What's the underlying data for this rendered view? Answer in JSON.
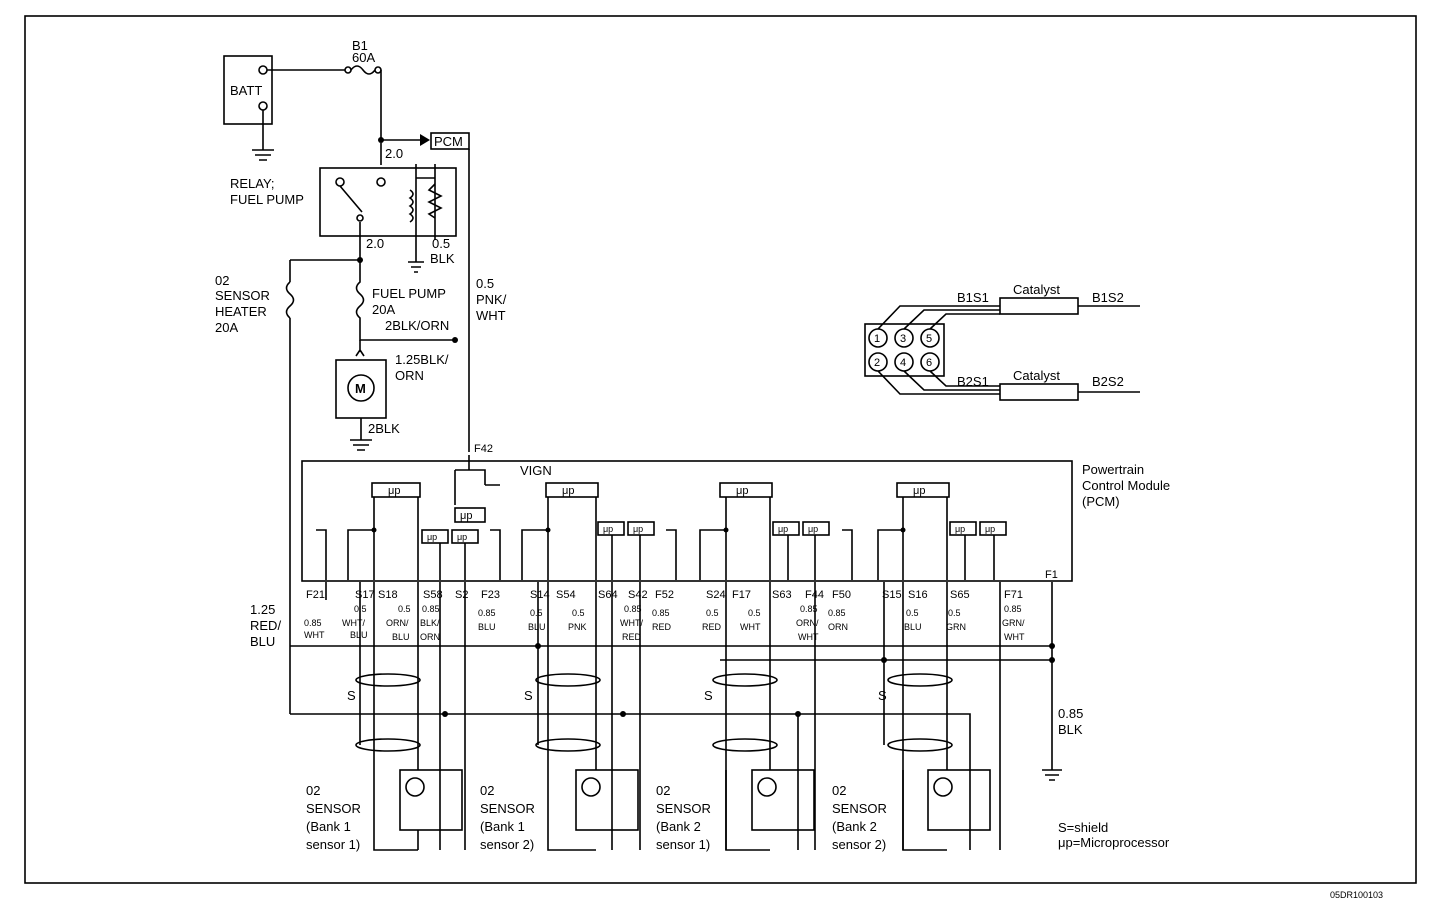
{
  "battery": {
    "label": "BATT"
  },
  "fuse_b1": {
    "name": "B1",
    "rating": "60A"
  },
  "pcm_ref": "PCM",
  "relay": {
    "line1": "RELAY;",
    "line2": "FUEL PUMP"
  },
  "wire_labels": {
    "w20a": "2.0",
    "w20b": "2.0",
    "w05blk_a": "0.5",
    "w05blk_b": "BLK",
    "pnkwht_a": "0.5",
    "pnkwht_b": "PNK/",
    "pnkwht_c": "WHT",
    "twoblkorn": "2BLK/ORN",
    "w125_a": "1.25BLK/",
    "w125_b": "ORN",
    "twoblk": "2BLK",
    "redblu_a": "1.25",
    "redblu_b": "RED/",
    "redblu_c": "BLU",
    "gnd_a": "0.85",
    "gnd_b": "BLK"
  },
  "o2_heater_fuse": {
    "l1": "02",
    "l2": "SENSOR",
    "l3": "HEATER",
    "l4": "20A"
  },
  "fuel_pump_fuse": {
    "l1": "FUEL PUMP",
    "l2": "20A"
  },
  "motor": "M",
  "f42": "F42",
  "vign": "VIGN",
  "up": "μp",
  "pcm": {
    "l1": "Powertrain",
    "l2": "Control Module",
    "l3": "(PCM)"
  },
  "f1": "F1",
  "pins": [
    "F21",
    "S17",
    "S18",
    "S58",
    "S2",
    "F23",
    "S14",
    "S54",
    "S64",
    "S42",
    "F52",
    "S24",
    "F17",
    "S63",
    "F44",
    "F50",
    "S15",
    "S16",
    "S65",
    "F71"
  ],
  "pin_wires": [
    {
      "a": "0.85",
      "b": "WHT",
      "c": ""
    },
    {
      "a": "0.5",
      "b": "WHT/",
      "c": "BLU"
    },
    {
      "a": "0.5",
      "b": "ORN/",
      "c": "BLU"
    },
    {
      "a": "0.85",
      "b": "BLK/",
      "c": "ORN"
    },
    {
      "a": "0.85",
      "b": "BLU",
      "c": ""
    },
    {
      "a": "0.5",
      "b": "BLU",
      "c": ""
    },
    {
      "a": "0.5",
      "b": "PNK",
      "c": ""
    },
    {
      "a": "0.85",
      "b": "WHT/",
      "c": "RED"
    },
    {
      "a": "0.85",
      "b": "RED",
      "c": ""
    },
    {
      "a": "0.5",
      "b": "RED",
      "c": ""
    },
    {
      "a": "0.5",
      "b": "WHT",
      "c": ""
    },
    {
      "a": "0.85",
      "b": "ORN/",
      "c": "WHT"
    },
    {
      "a": "0.85",
      "b": "ORN",
      "c": ""
    },
    {
      "a": "0.5",
      "b": "BLU",
      "c": ""
    },
    {
      "a": "0.5",
      "b": "GRN",
      "c": ""
    },
    {
      "a": "0.85",
      "b": "GRN/",
      "c": "WHT"
    }
  ],
  "shield_letter": "S",
  "sensors": [
    {
      "l1": "02",
      "l2": "SENSOR",
      "l3": "(Bank 1",
      "l4": "sensor 1)"
    },
    {
      "l1": "02",
      "l2": "SENSOR",
      "l3": "(Bank 1",
      "l4": "sensor 2)"
    },
    {
      "l1": "02",
      "l2": "SENSOR",
      "l3": "(Bank 2",
      "l4": "sensor 1)"
    },
    {
      "l1": "02",
      "l2": "SENSOR",
      "l3": "(Bank 2",
      "l4": "sensor 2)"
    }
  ],
  "engine": {
    "cylinders": [
      "1",
      "3",
      "5",
      "2",
      "4",
      "6"
    ],
    "b1s1": "B1S1",
    "b1s2": "B1S2",
    "b2s1": "B2S1",
    "b2s2": "B2S2",
    "catalyst": "Catalyst"
  },
  "legend": {
    "shield": "S=shield",
    "up": "μp=Microprocessor"
  },
  "figure_code": "05DR100103"
}
